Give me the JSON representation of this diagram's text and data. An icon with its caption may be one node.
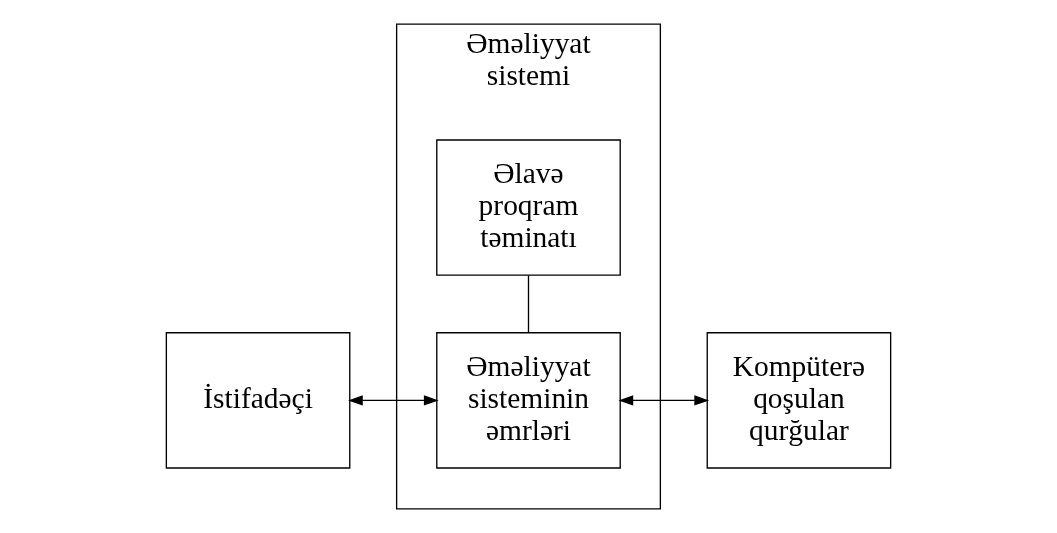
{
  "diagram": {
    "nodes": [
      {
        "text": [
          "İstifadəçi"
        ]
      },
      {
        "text": [
          "Əməliyyat sistemi"
        ]
      },
      {
        "text": [
          "Əməliyyat sisteminin əmrləri"
        ],
        "in": 1
      },
      {
        "text": [
          "Əlavə proqram təminatı"
        ],
        "in": 1
      },
      {
        "text": [
          "Kompüterə qoşulan qurğular"
        ]
      }
    ],
    "edges": [
      {
        "from": 0,
        "to": 2,
        "arrow": "both"
      },
      {
        "from": 2,
        "to": 4,
        "arrow": "both"
      },
      {
        "from": 2,
        "to": 3,
        "arrow": "none"
      }
    ]
  }
}
